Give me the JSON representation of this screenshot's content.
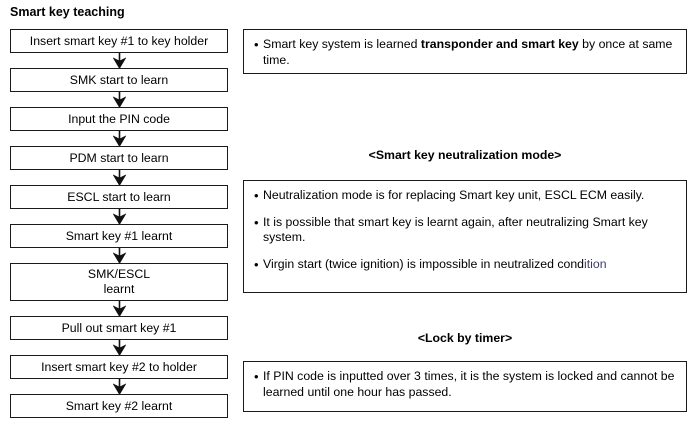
{
  "flowchart": {
    "title": "Smart key teaching",
    "arrow_icon": "arrow-down-icon",
    "steps": [
      {
        "label": "Insert smart key #1 to key holder",
        "lines": 1
      },
      {
        "label": "SMK start to learn",
        "lines": 1
      },
      {
        "label": "Input the PIN code",
        "lines": 1
      },
      {
        "label": "PDM start to learn",
        "lines": 1
      },
      {
        "label": "ESCL start to learn",
        "lines": 1
      },
      {
        "label": "Smart key #1 learnt",
        "lines": 1
      },
      {
        "label": "SMK/ESCL\nlearnt",
        "lines": 2
      },
      {
        "label": "Pull out smart key #1",
        "lines": 1
      },
      {
        "label": "Insert smart key #2 to holder",
        "lines": 1
      },
      {
        "label": "Smart key #2 learnt",
        "lines": 1
      }
    ]
  },
  "notes": {
    "bullet_glyph": "•",
    "top": {
      "bullets": [
        {
          "pre": "Smart key system is learned ",
          "bold": "transponder and smart key",
          "post": " by once at same  time."
        }
      ]
    },
    "neutralization": {
      "heading": "<Smart key neutralization mode>",
      "bullets": [
        {
          "text": "Neutralization mode is for replacing Smart key unit, ESCL ECM easily."
        },
        {
          "text": "It is possible that smart key is learnt again, after neutralizing Smart key system."
        },
        {
          "pre": "Virgin start (twice ignition) is impossible in neutralized cond",
          "tinted": "ition"
        }
      ]
    },
    "lock": {
      "heading": "<Lock by timer>",
      "bullets": [
        {
          "text": "If PIN code is inputted over 3 times, it is the system is locked and cannot be learned until one hour has passed."
        }
      ]
    }
  },
  "colors": {
    "border": "#1a1a1a",
    "text": "#000000",
    "background": "#ffffff",
    "tint": "#3b3b6b"
  }
}
